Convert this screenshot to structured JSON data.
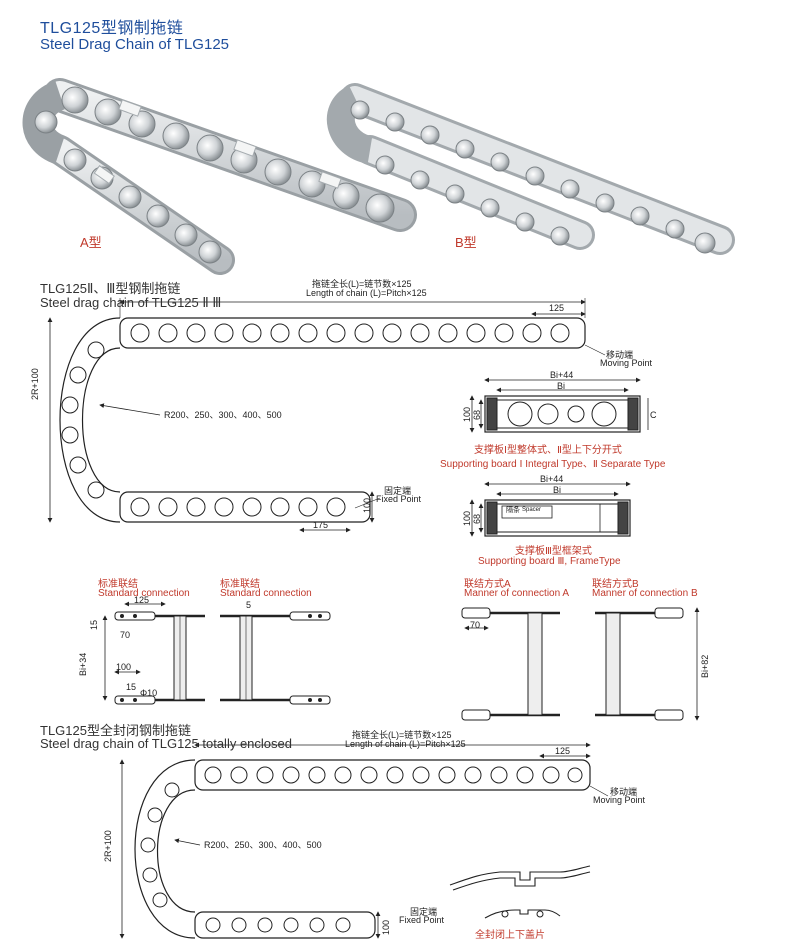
{
  "header": {
    "title_cn": "TLG125型钢制拖链",
    "title_en": "Steel Drag Chain of TLG125"
  },
  "photos": {
    "a_label": "A型",
    "b_label": "B型"
  },
  "section1": {
    "title_cn": "TLG125Ⅱ、Ⅲ型钢制拖链",
    "title_en": "Steel drag chain of TLG125 Ⅱ Ⅲ",
    "length_cn": "拖链全长(L)=链节数×125",
    "length_en": "Length of chain (L)=Pitch×125",
    "pitch": "125",
    "radius": "R200、250、300、400、500",
    "height_label": "2R+100",
    "moving_cn": "移动端",
    "moving_en": "Moving Point",
    "fixed_cn": "固定端",
    "fixed_en": "Fixed Point",
    "dim_175": "175",
    "dim_100": "100"
  },
  "board1": {
    "bi44": "Bi+44",
    "bi": "Bi",
    "d100": "100",
    "d68": "68",
    "c": "C",
    "caption_cn": "支撑板Ⅰ型整体式、Ⅱ型上下分开式",
    "caption_en": "Supporting board Ⅰ Integral Type、Ⅱ Separate Type"
  },
  "board2": {
    "bi44": "Bi+44",
    "bi": "Bi",
    "d100": "100",
    "d68": "68",
    "spacer_cn": "隔条",
    "spacer_en": "Spacer",
    "caption_cn": "支撑板Ⅲ型框架式",
    "caption_en": "Supporting board Ⅲ, FrameType"
  },
  "connections": [
    {
      "cn": "标准联结",
      "en": "Standard connection"
    },
    {
      "cn": "标准联结",
      "en": "Standard connection"
    },
    {
      "cn": "联结方式A",
      "en": "Manner of connection A"
    },
    {
      "cn": "联结方式B",
      "en": "Manner of connection B"
    }
  ],
  "conn_dims": {
    "d125": "125",
    "d15": "15",
    "d70": "70",
    "bi34": "Bi+34",
    "d100": "100",
    "d15b": "15",
    "phi10": "Φ10",
    "d5": "5",
    "d70b": "70",
    "bi82": "Bi+82"
  },
  "section2": {
    "title_cn": "TLG125型全封闭钢制拖链",
    "title_en": "Steel drag chain of  TLG125 totally enclosed",
    "length_cn": "拖链全长(L)=链节数×125",
    "length_en": "Length of chain (L)=Pitch×125",
    "pitch": "125",
    "radius": "R200、250、300、400、500",
    "height_label": "2R+100",
    "moving_cn": "移动端",
    "moving_en": "Moving Point",
    "fixed_cn": "固定端",
    "fixed_en": "Fixed Point",
    "dim_100": "100",
    "cover_caption": "全封闭上下盖片"
  }
}
